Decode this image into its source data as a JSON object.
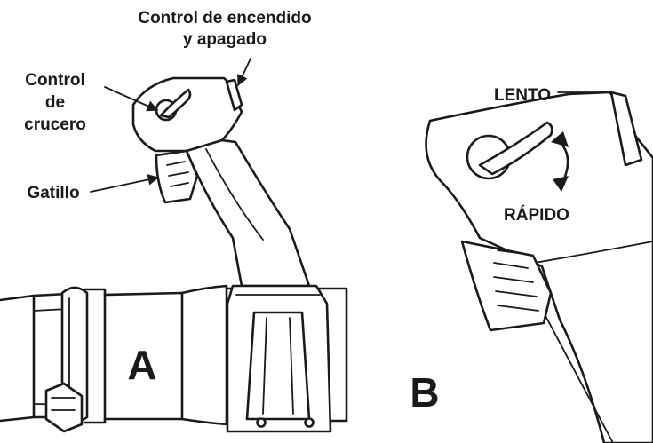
{
  "panel_a": {
    "letter": "A",
    "labels": {
      "power_control_line1": "Control de encendido",
      "power_control_line2": "y apagado",
      "cruise_control_line1": "Control",
      "cruise_control_line2": "de",
      "cruise_control_line3": "crucero",
      "trigger": "Gatillo"
    }
  },
  "panel_b": {
    "letter": "B",
    "labels": {
      "slow": "LENTO",
      "fast": "RÁPIDO"
    }
  }
}
